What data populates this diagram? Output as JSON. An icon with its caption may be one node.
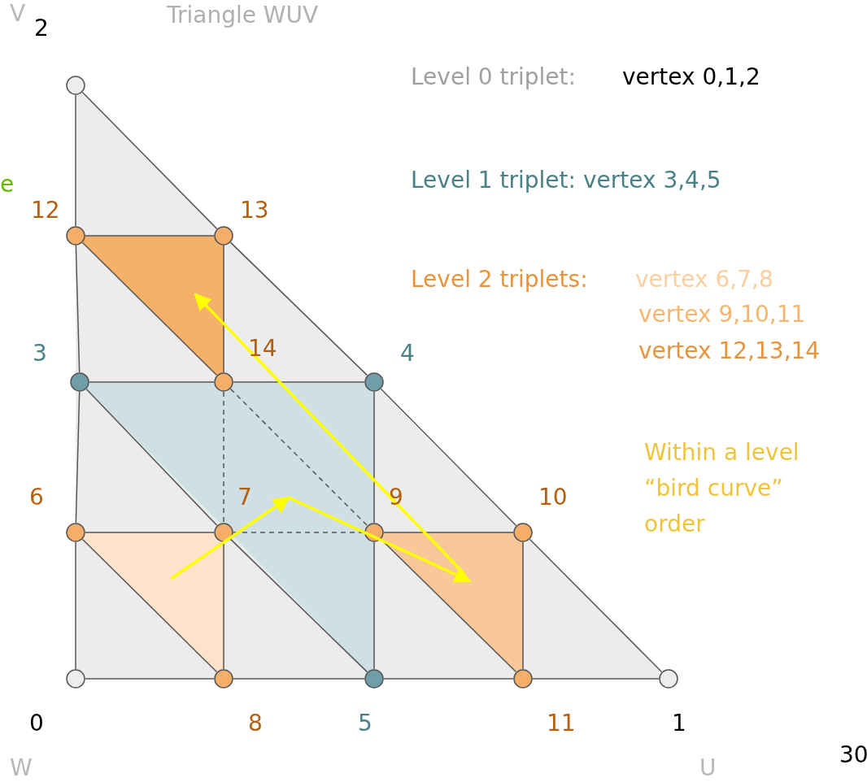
{
  "diagram": {
    "title": "Triangle WUV",
    "nodes": [
      {
        "text": [],
        "shape": "circle",
        "beside": [
          "V",
          "2"
        ]
      },
      {
        "text": [],
        "shape": "circle",
        "beside": [
          "12"
        ]
      },
      {
        "text": [],
        "shape": "circle",
        "beside": [
          "13"
        ]
      },
      {
        "text": [],
        "shape": "circle",
        "beside": [
          "3"
        ]
      },
      {
        "text": [],
        "shape": "circle",
        "beside": [
          "14"
        ]
      },
      {
        "text": [],
        "shape": "circle",
        "beside": [
          "4"
        ]
      },
      {
        "text": [],
        "shape": "circle",
        "beside": [
          "6"
        ]
      },
      {
        "text": [],
        "shape": "circle",
        "beside": [
          "7"
        ]
      },
      {
        "text": [],
        "shape": "circle",
        "beside": [
          "9"
        ]
      },
      {
        "text": [],
        "shape": "circle",
        "beside": [
          "10"
        ]
      },
      {
        "text": [],
        "shape": "circle",
        "beside": [
          "0",
          "W"
        ]
      },
      {
        "text": [],
        "shape": "circle",
        "beside": [
          "8"
        ]
      },
      {
        "text": [],
        "shape": "circle",
        "beside": [
          "5"
        ]
      },
      {
        "text": [],
        "shape": "circle",
        "beside": [
          "11"
        ]
      },
      {
        "text": [],
        "shape": "circle",
        "beside": [
          "1",
          "U"
        ]
      }
    ],
    "edges": [
      {
        "from": 0,
        "to": 1,
        "arrow": "none"
      },
      {
        "from": 1,
        "to": 3,
        "arrow": "none"
      },
      {
        "from": 3,
        "to": 6,
        "arrow": "none"
      },
      {
        "from": 6,
        "to": 10,
        "arrow": "none"
      },
      {
        "from": 10,
        "to": 11,
        "arrow": "none"
      },
      {
        "from": 11,
        "to": 12,
        "arrow": "none"
      },
      {
        "from": 12,
        "to": 13,
        "arrow": "none"
      },
      {
        "from": 13,
        "to": 14,
        "arrow": "none"
      },
      {
        "from": 0,
        "to": 2,
        "arrow": "none"
      },
      {
        "from": 2,
        "to": 5,
        "arrow": "none"
      },
      {
        "from": 5,
        "to": 9,
        "arrow": "none"
      },
      {
        "from": 9,
        "to": 14,
        "arrow": "none"
      },
      {
        "from": 2,
        "to": 4,
        "arrow": "none"
      },
      {
        "from": 4,
        "to": 7,
        "arrow": "none",
        "style": "dashed"
      },
      {
        "from": 7,
        "to": 11,
        "arrow": "none"
      },
      {
        "from": 5,
        "to": 8,
        "arrow": "none"
      },
      {
        "from": 8,
        "to": 12,
        "arrow": "none"
      },
      {
        "from": 9,
        "to": 13,
        "arrow": "none"
      },
      {
        "from": 1,
        "to": 2,
        "arrow": "none"
      },
      {
        "from": 3,
        "to": 4,
        "arrow": "none"
      },
      {
        "from": 4,
        "to": 5,
        "arrow": "none"
      },
      {
        "from": 6,
        "to": 7,
        "arrow": "none"
      },
      {
        "from": 7,
        "to": 8,
        "arrow": "none",
        "style": "dashed"
      },
      {
        "from": 8,
        "to": 9,
        "arrow": "none"
      },
      {
        "from": 1,
        "to": 4,
        "arrow": "none"
      },
      {
        "from": 3,
        "to": 7,
        "arrow": "none"
      },
      {
        "from": 7,
        "to": 12,
        "arrow": "none"
      },
      {
        "from": 6,
        "to": 11,
        "arrow": "none"
      },
      {
        "from": 8,
        "to": 13,
        "arrow": "none"
      },
      {
        "from": 4,
        "to": 8,
        "arrow": "none",
        "style": "dashed"
      }
    ],
    "labels": [
      "e",
      "Level 0 triplet:",
      "vertex 0,1,2",
      "Level 1 triplet: vertex 3,4,5",
      "Level 2 triplets:",
      "vertex 6,7,8",
      "vertex 9,10,11",
      "vertex 12,13,14",
      "Within a level “bird curve” order",
      "30"
    ]
  }
}
